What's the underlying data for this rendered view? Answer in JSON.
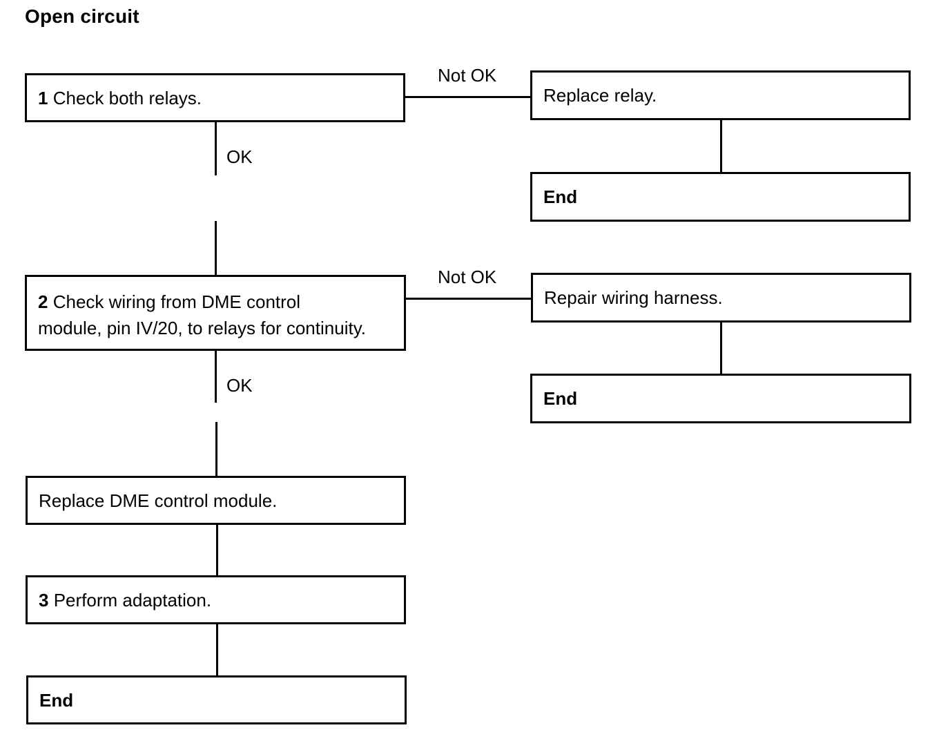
{
  "title": "Open circuit",
  "steps": {
    "step1": {
      "num": "1",
      "text": "Check both relays."
    },
    "step2": {
      "num": "2",
      "line1": "Check wiring from DME control",
      "line2": "module, pin IV/20, to relays for continuity."
    },
    "replace_dme": {
      "text": "Replace DME control module."
    },
    "step3": {
      "num": "3",
      "text": "Perform adaptation."
    },
    "end_main": {
      "text": "End"
    }
  },
  "branches": {
    "replace_relay": {
      "text": "Replace relay."
    },
    "end_relay": {
      "text": "End"
    },
    "repair_harness": {
      "text": "Repair wiring harness."
    },
    "end_harness": {
      "text": "End"
    }
  },
  "labels": {
    "not_ok_1": "Not OK",
    "ok_1": "OK",
    "not_ok_2": "Not OK",
    "ok_2": "OK"
  }
}
